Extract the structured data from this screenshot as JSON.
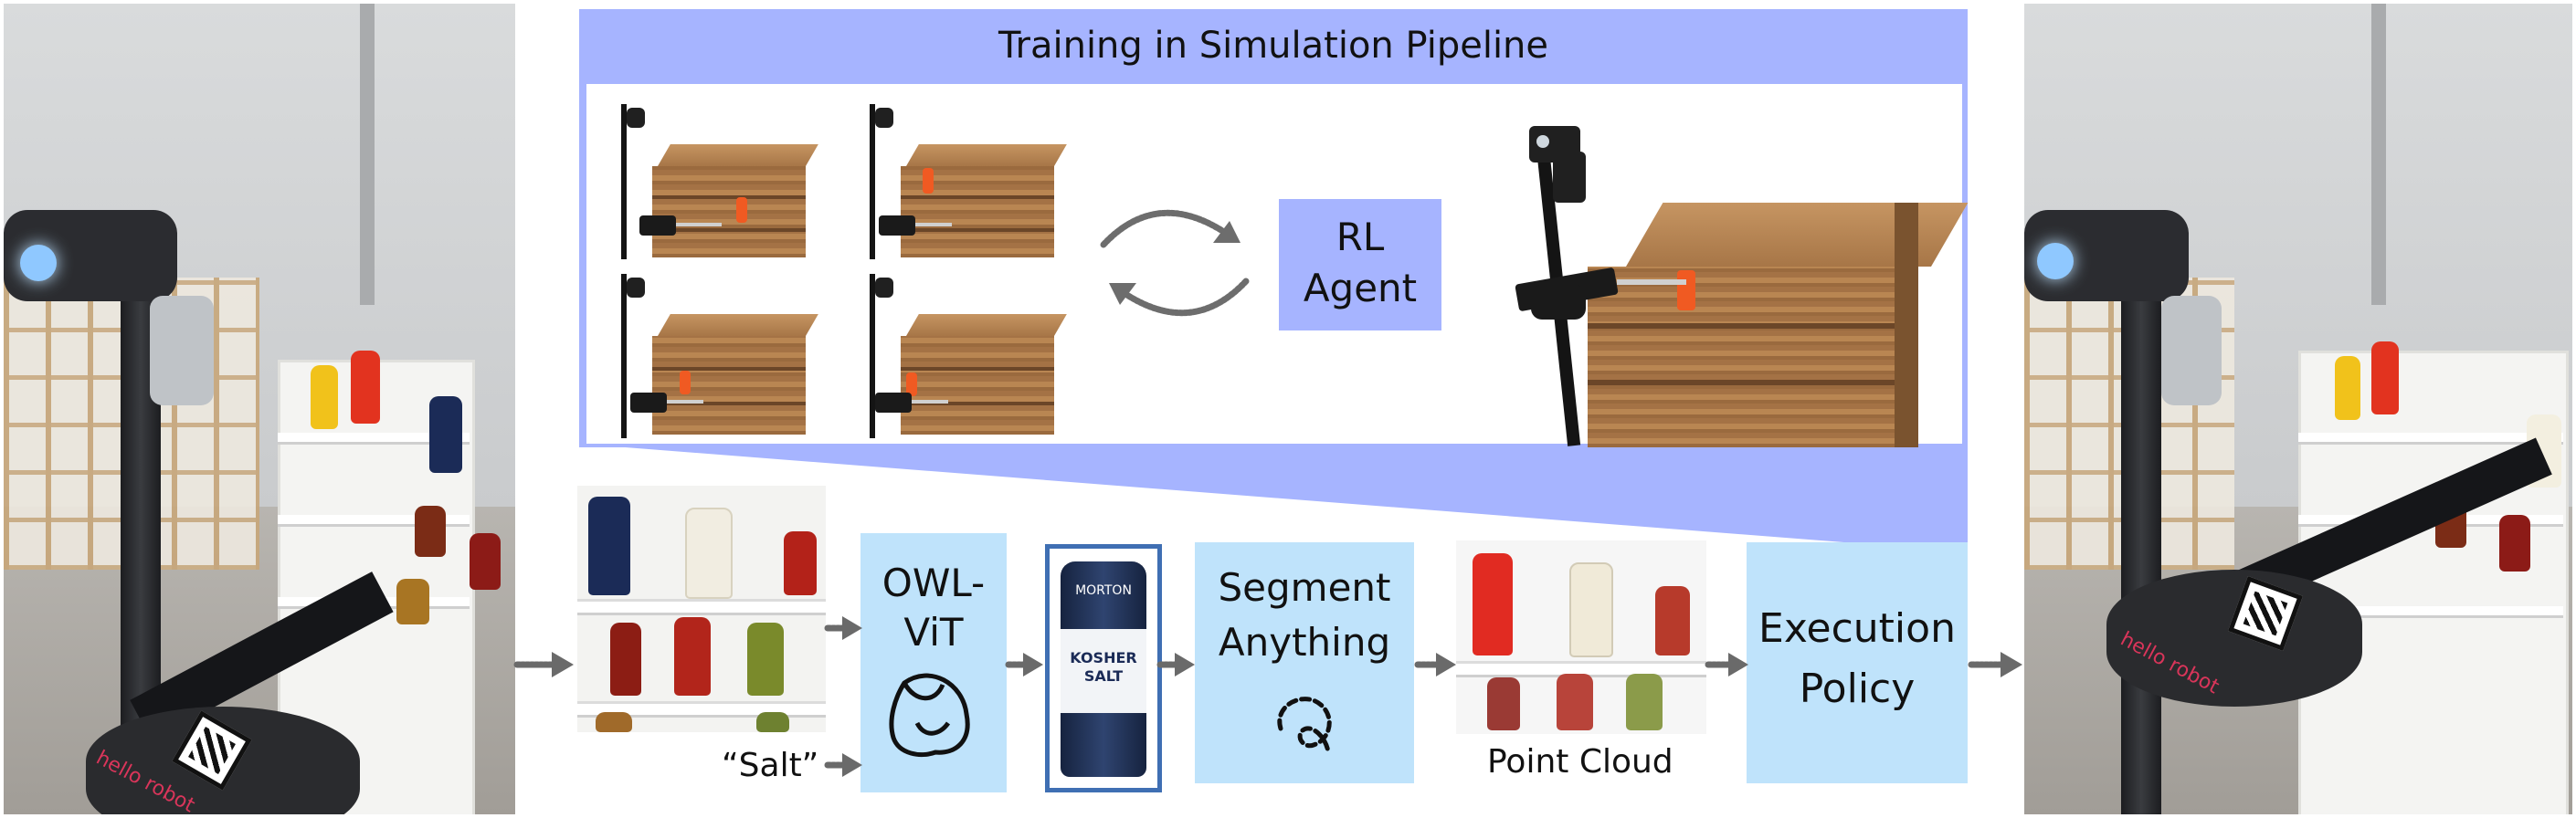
{
  "pipeline": {
    "title": "Training in Simulation Pipeline",
    "rl_agent_line1": "RL",
    "rl_agent_line2": "Agent"
  },
  "stages": {
    "query_text": "“Salt”",
    "owlvit_line1": "OWL-",
    "owlvit_line2": "ViT",
    "segment_line1": "Segment",
    "segment_line2": "Anything",
    "point_cloud_label": "Point Cloud",
    "execution_line1": "Execution",
    "execution_line2": "Policy"
  },
  "crop_label": {
    "brand": "MORTON",
    "product": "KOSHER SALT"
  },
  "robot_branding": "hello robot",
  "colors": {
    "pipeline_panel": "#a6b4ff",
    "stage_box": "#bfe3fb",
    "crop_border": "#3f6fb3",
    "arrow": "#666666"
  }
}
